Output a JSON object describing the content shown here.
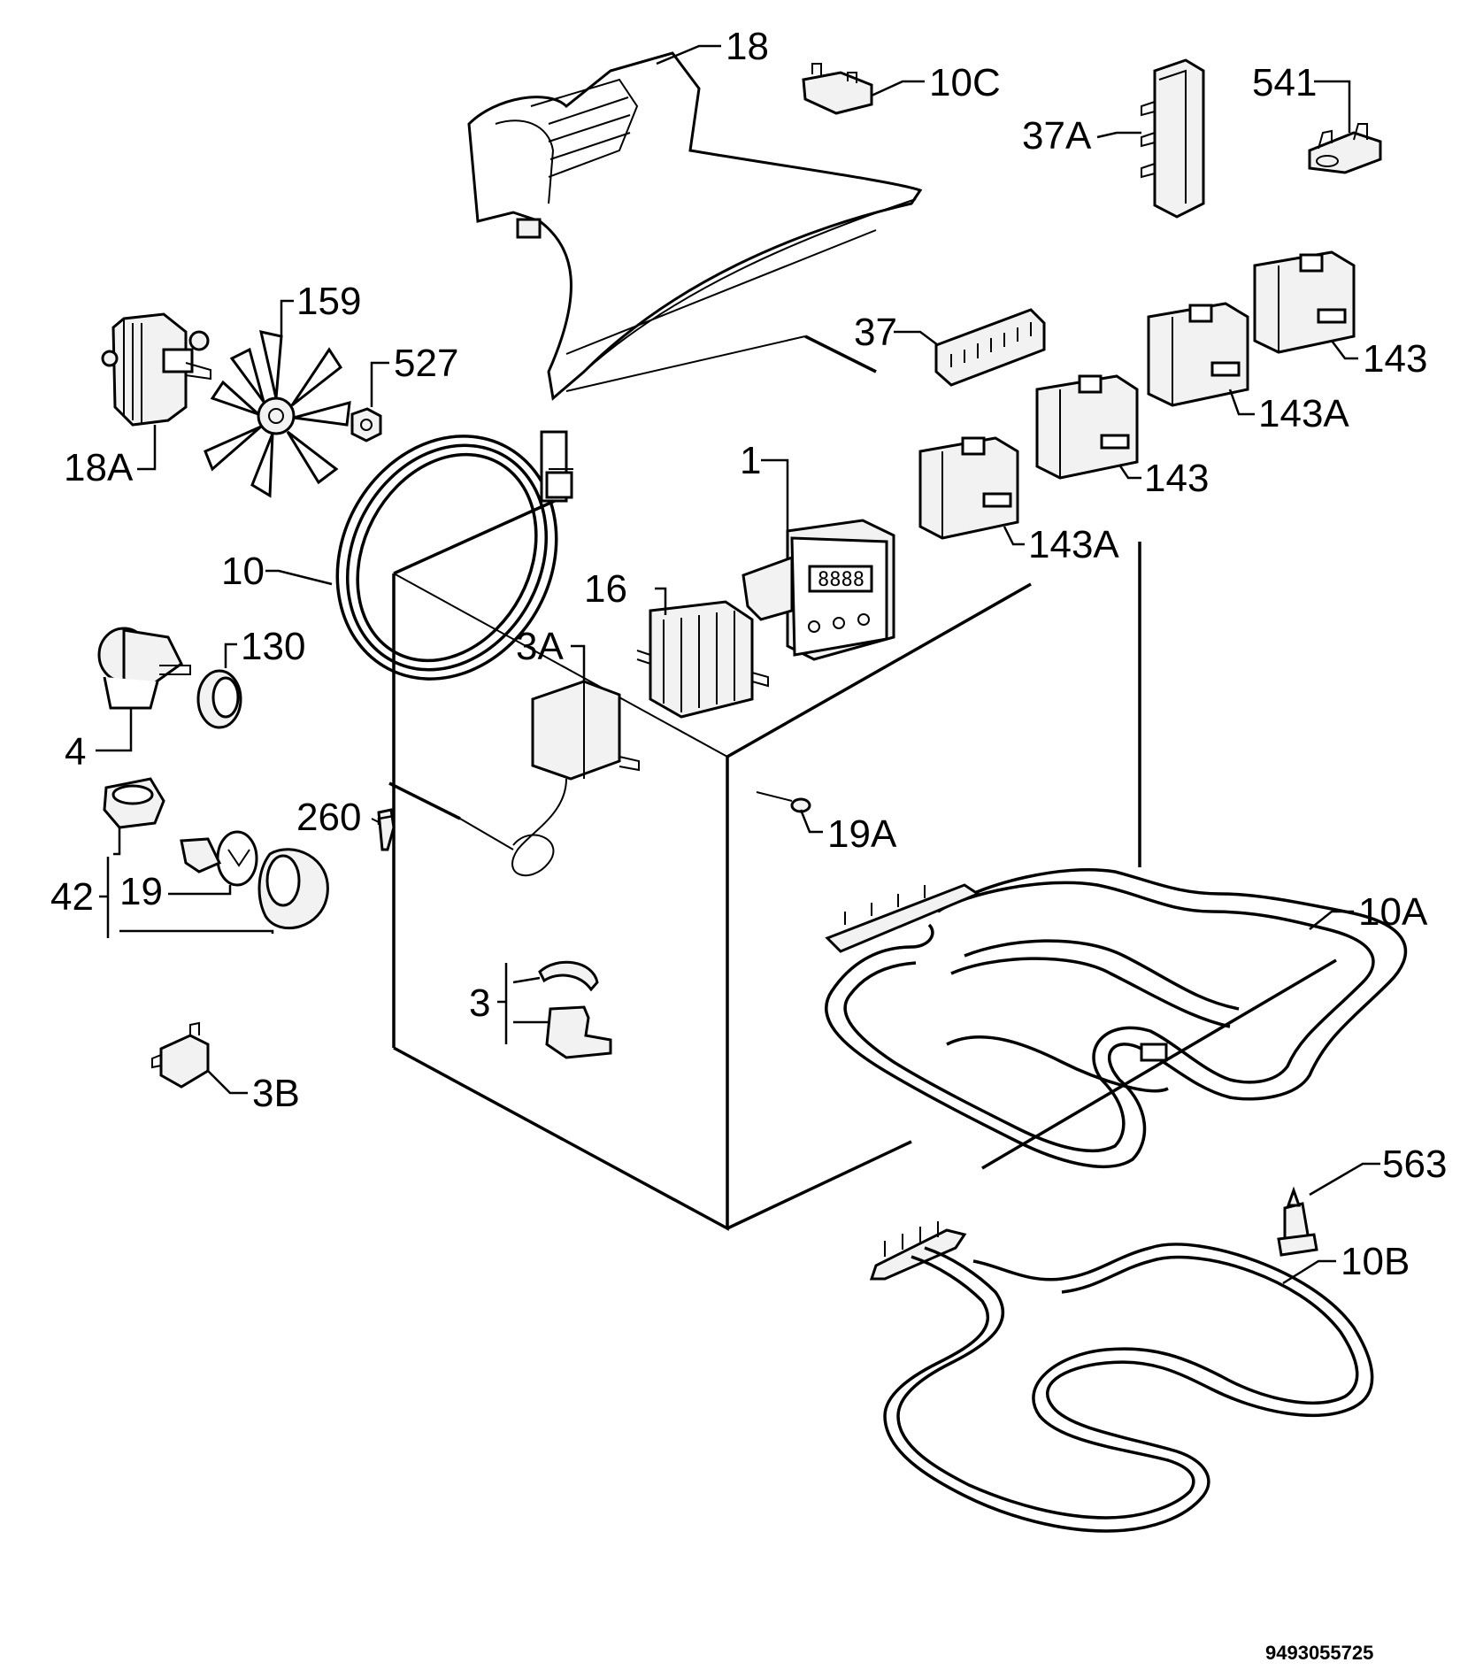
{
  "diagram": {
    "reference_number": "9493055725",
    "labels": [
      {
        "id": "18",
        "text": "18"
      },
      {
        "id": "10c",
        "text": "10C"
      },
      {
        "id": "37a",
        "text": "37A"
      },
      {
        "id": "541",
        "text": "541"
      },
      {
        "id": "159",
        "text": "159"
      },
      {
        "id": "527",
        "text": "527"
      },
      {
        "id": "18a",
        "text": "18A"
      },
      {
        "id": "37",
        "text": "37"
      },
      {
        "id": "143-1",
        "text": "143"
      },
      {
        "id": "143a-1",
        "text": "143A"
      },
      {
        "id": "143-2",
        "text": "143"
      },
      {
        "id": "143a-2",
        "text": "143A"
      },
      {
        "id": "1",
        "text": "1"
      },
      {
        "id": "10",
        "text": "10"
      },
      {
        "id": "16",
        "text": "16"
      },
      {
        "id": "3a",
        "text": "3A"
      },
      {
        "id": "130",
        "text": "130"
      },
      {
        "id": "4",
        "text": "4"
      },
      {
        "id": "260",
        "text": "260"
      },
      {
        "id": "19a",
        "text": "19A"
      },
      {
        "id": "42",
        "text": "42"
      },
      {
        "id": "19",
        "text": "19"
      },
      {
        "id": "10a",
        "text": "10A"
      },
      {
        "id": "3",
        "text": "3"
      },
      {
        "id": "3b",
        "text": "3B"
      },
      {
        "id": "563",
        "text": "563"
      },
      {
        "id": "10b",
        "text": "10B"
      }
    ]
  }
}
